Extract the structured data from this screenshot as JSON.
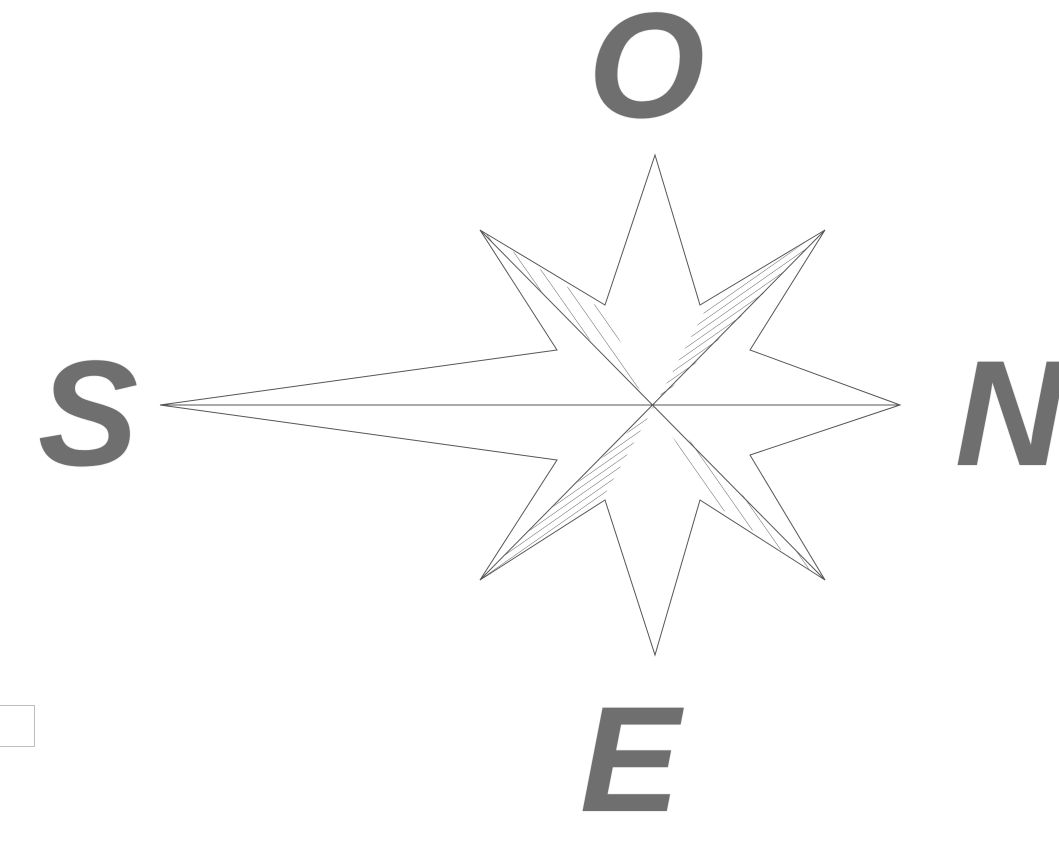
{
  "compass": {
    "north_label": "O",
    "west_label": "S",
    "east_label": "N",
    "south_label": "E"
  },
  "colors": {
    "lettering": "#6f6f6f",
    "lines": "#555555",
    "hatch": "#666666",
    "background": "#ffffff"
  }
}
